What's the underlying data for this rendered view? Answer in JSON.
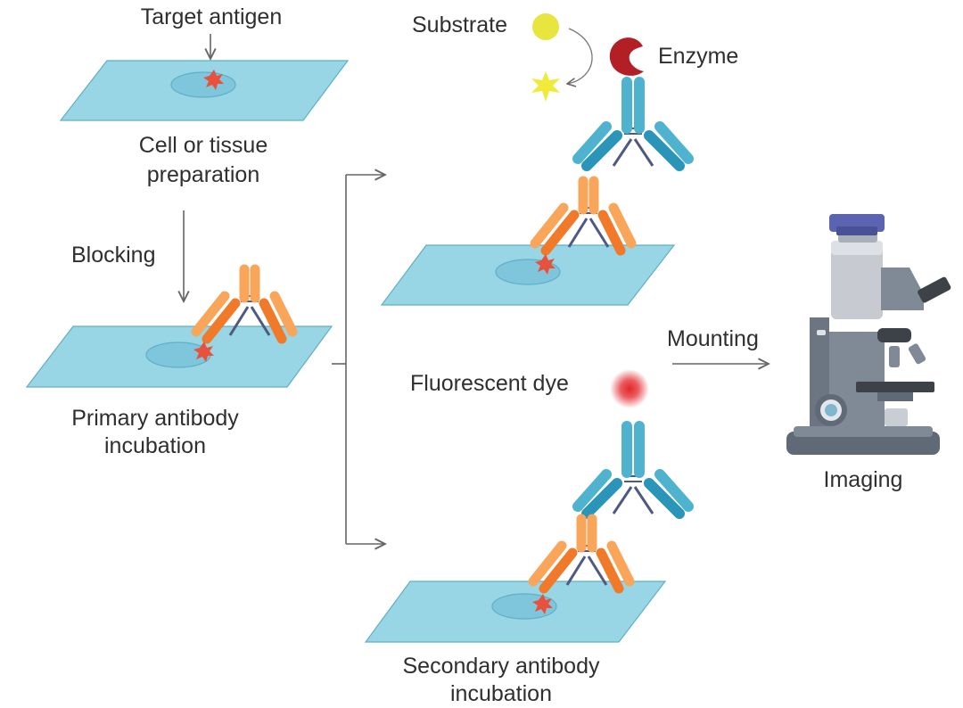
{
  "labels": {
    "target_antigen": "Target antigen",
    "cell_prep_line1": "Cell or tissue",
    "cell_prep_line2": "preparation",
    "blocking": "Blocking",
    "primary_line1": "Primary antibody",
    "primary_line2": "incubation",
    "substrate": "Substrate",
    "enzyme": "Enzyme",
    "fluorescent_dye": "Fluorescent dye",
    "secondary_line1": "Secondary antibody",
    "secondary_line2": "incubation",
    "mounting": "Mounting",
    "imaging": "Imaging"
  },
  "colors": {
    "slide": "#98d5e5",
    "slide_stroke": "#5fb0c6",
    "well": "#7fc6dc",
    "antigen": "#e8513c",
    "primary_antibody_light": "#f9a55a",
    "primary_antibody_dark": "#f07a2a",
    "secondary_antibody_light": "#4fb3d0",
    "secondary_antibody_dark": "#2a95b8",
    "hinge": "#4f5a82",
    "substrate": "#e8e53f",
    "product_star": "#f0ea3a",
    "enzyme": "#b22026",
    "fluorescent_dye": "#e3262b",
    "arrow": "#666666",
    "microscope_body": "#7f8a96",
    "microscope_head": "#5b64b0",
    "text": "#2f2f2f"
  },
  "icons": [
    "slide",
    "antigen-star",
    "primary-antibody",
    "secondary-antibody",
    "substrate-circle",
    "enzyme",
    "product-star",
    "fluorescent-dye",
    "microscope"
  ]
}
